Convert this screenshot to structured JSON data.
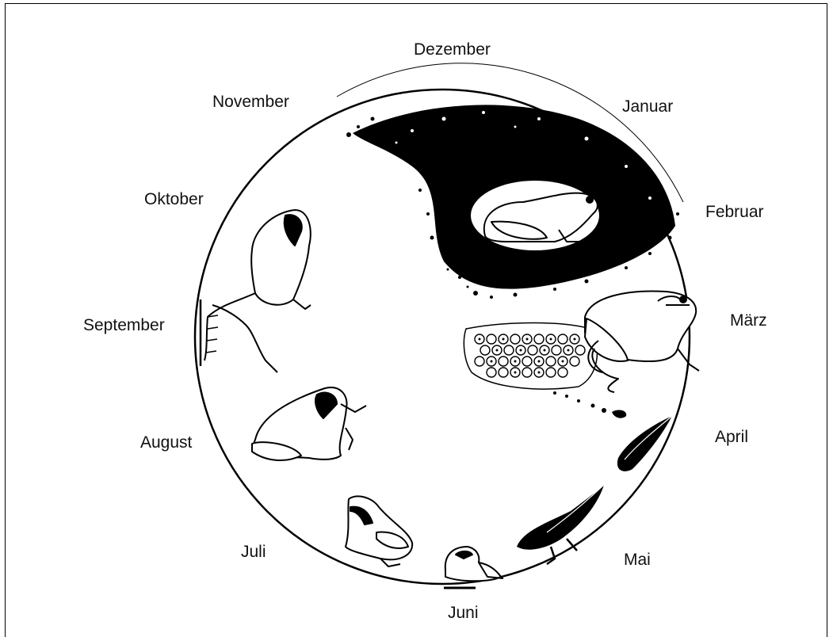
{
  "months": {
    "dezember": "Dezember",
    "januar": "Januar",
    "februar": "Februar",
    "maerz": "März",
    "april": "April",
    "mai": "Mai",
    "juni": "Juni",
    "juli": "Juli",
    "august": "August",
    "september": "September",
    "oktober": "Oktober",
    "november": "November"
  },
  "colors": {
    "ink": "#000000",
    "paper": "#ffffff"
  },
  "icons": [
    "hibernating-frog-icon",
    "mating-frogs-icon",
    "spawn-clump-icon",
    "tadpole-icon",
    "froglet-icon",
    "frog-icon"
  ]
}
